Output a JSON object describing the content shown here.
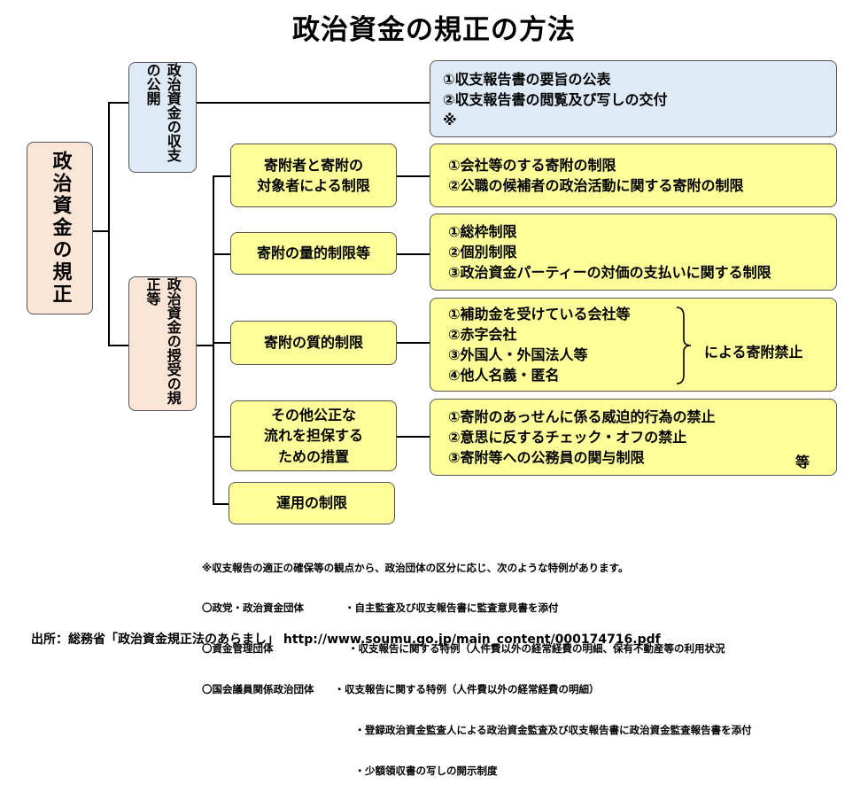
{
  "title": "政治資金の規正の方法",
  "root": "政治資金の規正",
  "branch_disclosure": "政治資金の収支の公開",
  "branch_receipt": "政治資金の授受の規正等",
  "disclosure_items": [
    "①収支報告書の要旨の公表",
    "②収支報告書の閲覧及び写しの交付",
    "※"
  ],
  "restrictions": [
    {
      "label": "寄附者と寄附の対象者による制限",
      "label_lines": [
        "寄附者と寄附の",
        "対象者による制限"
      ],
      "items": [
        "①会社等のする寄附の制限",
        "②公職の候補者の政治活動に関する寄附の制限"
      ]
    },
    {
      "label": "寄附の量的制限等",
      "label_lines": [
        "寄附の量的制限等"
      ],
      "items": [
        "①総枠制限",
        "②個別制限",
        "③政治資金パーティーの対価の支払いに関する制限"
      ]
    },
    {
      "label": "寄附の質的制限",
      "label_lines": [
        "寄附の質的制限"
      ],
      "items": [
        "①補助金を受けている会社等",
        "②赤字会社",
        "③外国人・外国法人等",
        "④他人名義・匿名"
      ],
      "suffix": "による寄附禁止"
    },
    {
      "label": "その他公正な流れを担保するための措置",
      "label_lines": [
        "その他公正な",
        "流れを担保する",
        "ための措置"
      ],
      "items": [
        "①寄附のあっせんに係る威迫的行為の禁止",
        "②意思に反するチェック・オフの禁止",
        "③寄附等への公務員の関与制限"
      ],
      "suffix": "等"
    },
    {
      "label": "運用の制限",
      "label_lines": [
        "運用の制限"
      ]
    }
  ],
  "notes": [
    "※収支報告の適正の確保等の観点から、政治団体の区分に応じ、次のような特例があります。",
    "〇政党・政治資金団体　　　　・自主監査及び収支報告書に監査意見書を添付",
    "〇資金管理団体　　　　　　　 ・収支報告に関する特例（人件費以外の経常経費の明細、保有不動産等の利用状況",
    "〇国会議員関係政治団体　　・収支報告に関する特例（人件費以外の経常経費の明細）",
    "　　　　　　　　　　　　　　　・登録政治資金監査人による政治資金監査及び収支報告書に政治資金監査報告書を添付",
    "　　　　　　　　　　　　　　　・少額領収書の写しの開示制度"
  ],
  "source": "出所：総務省「政治資金規正法のあらまし」 http://www.soumu.go.jp/main_content/000174716.pdf"
}
